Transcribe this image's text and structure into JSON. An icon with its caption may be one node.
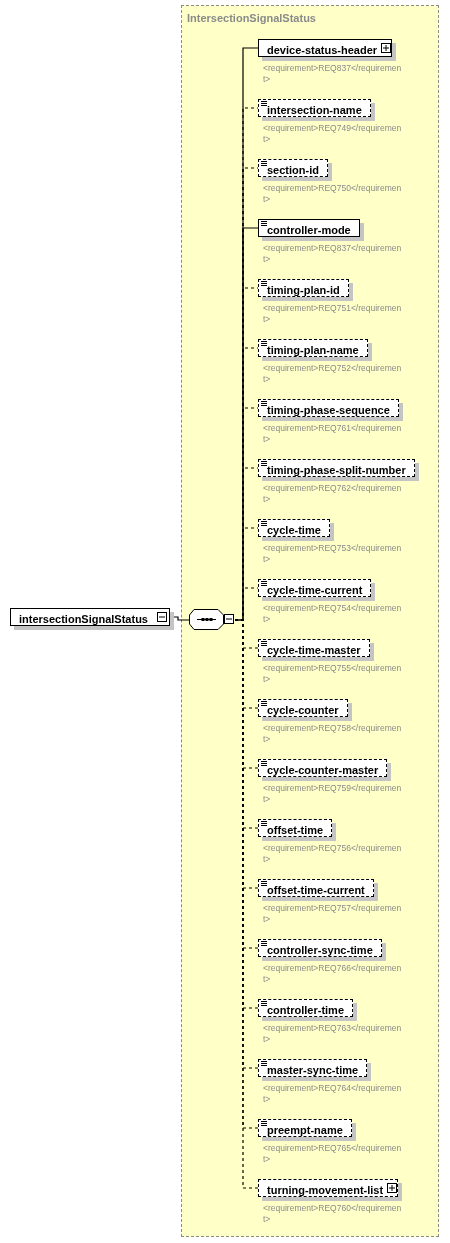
{
  "diagram": {
    "nodes": [
      {
        "text": [
          "intersectionSignalStatus"
        ]
      },
      {
        "text": [
          "IntersectionSignalStatus"
        ]
      },
      {
        "text": [],
        "shape": "octagon",
        "in": 1
      },
      {
        "text": [
          "device-status-header"
        ],
        "in": 1,
        "beside": [
          "<requirement>REQ837</requirement>"
        ]
      },
      {
        "text": [
          "intersection-name"
        ],
        "in": 1,
        "beside": [
          "<requirement>REQ749</requirement>"
        ]
      },
      {
        "text": [
          "section-id"
        ],
        "in": 1,
        "beside": [
          "<requirement>REQ750</requirement>"
        ]
      },
      {
        "text": [
          "controller-mode"
        ],
        "in": 1,
        "beside": [
          "<requirement>REQ837</requirement>"
        ]
      },
      {
        "text": [
          "timing-plan-id"
        ],
        "in": 1,
        "beside": [
          "<requirement>REQ751</requirement>"
        ]
      },
      {
        "text": [
          "timing-plan-name"
        ],
        "in": 1,
        "beside": [
          "<requirement>REQ752</requirement>"
        ]
      },
      {
        "text": [
          "timing-phase-sequence"
        ],
        "in": 1,
        "beside": [
          "<requirement>REQ761</requirement>"
        ]
      },
      {
        "text": [
          "timing-phase-split-number"
        ],
        "in": 1,
        "beside": [
          "<requirement>REQ762</requirement>"
        ]
      },
      {
        "text": [
          "cycle-time"
        ],
        "in": 1,
        "beside": [
          "<requirement>REQ753</requirement>"
        ]
      },
      {
        "text": [
          "cycle-time-current"
        ],
        "in": 1,
        "beside": [
          "<requirement>REQ754</requirement>"
        ]
      },
      {
        "text": [
          "cycle-time-master"
        ],
        "in": 1,
        "beside": [
          "<requirement>REQ755</requirement>"
        ]
      },
      {
        "text": [
          "cycle-counter"
        ],
        "in": 1,
        "beside": [
          "<requirement>REQ758</requirement>"
        ]
      },
      {
        "text": [
          "cycle-counter-master"
        ],
        "in": 1,
        "beside": [
          "<requirement>REQ759</requirement>"
        ]
      },
      {
        "text": [
          "offset-time"
        ],
        "in": 1,
        "beside": [
          "<requirement>REQ756</requirement>"
        ]
      },
      {
        "text": [
          "offset-time-current"
        ],
        "in": 1,
        "beside": [
          "<requirement>REQ757</requirement>"
        ]
      },
      {
        "text": [
          "controller-sync-time"
        ],
        "in": 1,
        "beside": [
          "<requirement>REQ766</requirement>"
        ]
      },
      {
        "text": [
          "controller-time"
        ],
        "in": 1,
        "beside": [
          "<requirement>REQ763</requirement>"
        ]
      },
      {
        "text": [
          "master-sync-time"
        ],
        "in": 1,
        "beside": [
          "<requirement>REQ764</requirement>"
        ]
      },
      {
        "text": [
          "preempt-name"
        ],
        "in": 1,
        "beside": [
          "<requirement>REQ765</requirement>"
        ]
      },
      {
        "text": [
          "turning-movement-list"
        ],
        "in": 1,
        "beside": [
          "<requirement>REQ760</requirement>"
        ]
      }
    ],
    "edges": [
      {
        "from": 0,
        "to": 2,
        "arrow": "none"
      },
      {
        "from": 2,
        "to": 3,
        "arrow": "none"
      },
      {
        "from": 2,
        "to": 4,
        "arrow": "none",
        "style": "dashed"
      },
      {
        "from": 2,
        "to": 5,
        "arrow": "none",
        "style": "dashed"
      },
      {
        "from": 2,
        "to": 6,
        "arrow": "none"
      },
      {
        "from": 2,
        "to": 7,
        "arrow": "none",
        "style": "dashed"
      },
      {
        "from": 2,
        "to": 8,
        "arrow": "none",
        "style": "dashed"
      },
      {
        "from": 2,
        "to": 9,
        "arrow": "none",
        "style": "dashed"
      },
      {
        "from": 2,
        "to": 10,
        "arrow": "none",
        "style": "dashed"
      },
      {
        "from": 2,
        "to": 11,
        "arrow": "none",
        "style": "dashed"
      },
      {
        "from": 2,
        "to": 12,
        "arrow": "none",
        "style": "dashed"
      },
      {
        "from": 2,
        "to": 13,
        "arrow": "none",
        "style": "dashed"
      },
      {
        "from": 2,
        "to": 14,
        "arrow": "none",
        "style": "dashed"
      },
      {
        "from": 2,
        "to": 15,
        "arrow": "none",
        "style": "dashed"
      },
      {
        "from": 2,
        "to": 16,
        "arrow": "none",
        "style": "dashed"
      },
      {
        "from": 2,
        "to": 17,
        "arrow": "none",
        "style": "dashed"
      },
      {
        "from": 2,
        "to": 18,
        "arrow": "none",
        "style": "dashed"
      },
      {
        "from": 2,
        "to": 19,
        "arrow": "none",
        "style": "dashed"
      },
      {
        "from": 2,
        "to": 20,
        "arrow": "none",
        "style": "dashed"
      },
      {
        "from": 2,
        "to": 21,
        "arrow": "none",
        "style": "dashed"
      },
      {
        "from": 2,
        "to": 22,
        "arrow": "none",
        "style": "dashed"
      }
    ]
  }
}
